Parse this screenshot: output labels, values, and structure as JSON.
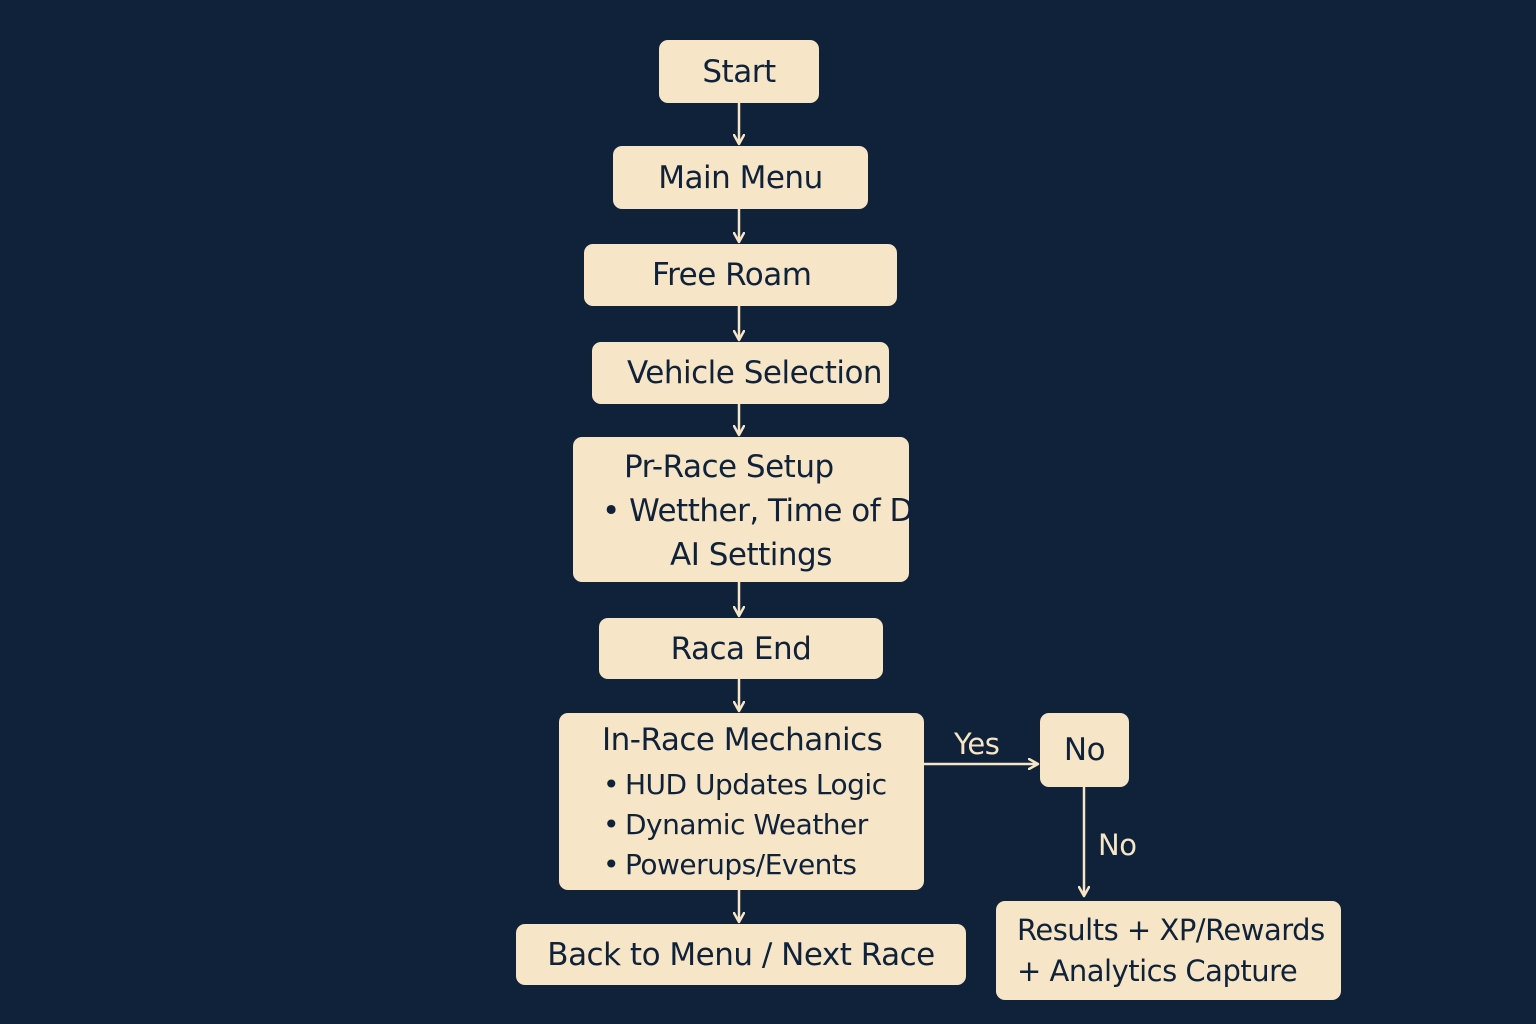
{
  "nodes": {
    "start": {
      "label": "Start"
    },
    "main_menu": {
      "label": "Main Menu"
    },
    "free_roam": {
      "label": "Free Roam"
    },
    "vehicle_selection": {
      "label": "Vehicle Selection"
    },
    "pre_race_setup": {
      "title": "Pr-Race Setup",
      "items": [
        "Wetther, Time of Day",
        "AI Settings"
      ]
    },
    "race_end": {
      "label": "Raca End"
    },
    "in_race_mechanics": {
      "title": "In-Race Mechanics",
      "items": [
        "HUD Updates Logic",
        "Dynamic Weather",
        "Powerups/Events"
      ]
    },
    "back_to_menu": {
      "label": "Back to Menu / Next Race"
    },
    "no_decision": {
      "label": "No"
    },
    "results": {
      "lines": [
        "Results + XP/Rewards",
        "+ Analytics Capture"
      ]
    }
  },
  "edges": {
    "yes_label": "Yes",
    "no_label": "No"
  },
  "colors": {
    "background": "#10223a",
    "box_fill": "#f6e5c6",
    "text": "#10223a",
    "connector": "#f6e5c6"
  }
}
